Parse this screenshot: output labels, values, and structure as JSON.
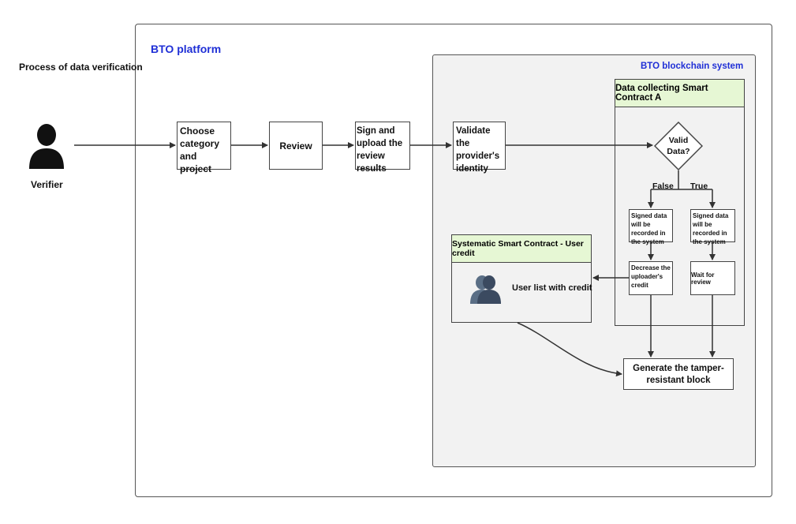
{
  "page_title": "Process of data verification",
  "actor": {
    "label": "Verifier",
    "icon": "person-icon"
  },
  "platform": {
    "title": "BTO platform",
    "title_color": "#1f2fd6"
  },
  "blockchain": {
    "title": "BTO blockchain system",
    "title_color": "#1f2fd6"
  },
  "steps": {
    "choose": "Choose category and project",
    "review": "Review",
    "sign": "Sign and upload the review results",
    "validate": "Validate the provider's identity"
  },
  "contract_a": {
    "title": "Data collecting Smart Contract A",
    "header_color": "#e6f7d4",
    "decision": "Valid Data?",
    "false_label": "False",
    "true_label": "True",
    "recorded_false": "Signed data will be recorded in the system",
    "recorded_true": "Signed data will be recorded in the system",
    "decrease": "Decrease the uploader's credit",
    "wait": "Wait for review"
  },
  "systematic": {
    "title": "Systematic Smart Contract - User credit",
    "user_list": "User list with credit",
    "icon": "users-icon"
  },
  "generate": "Generate the tamper-resistant block"
}
